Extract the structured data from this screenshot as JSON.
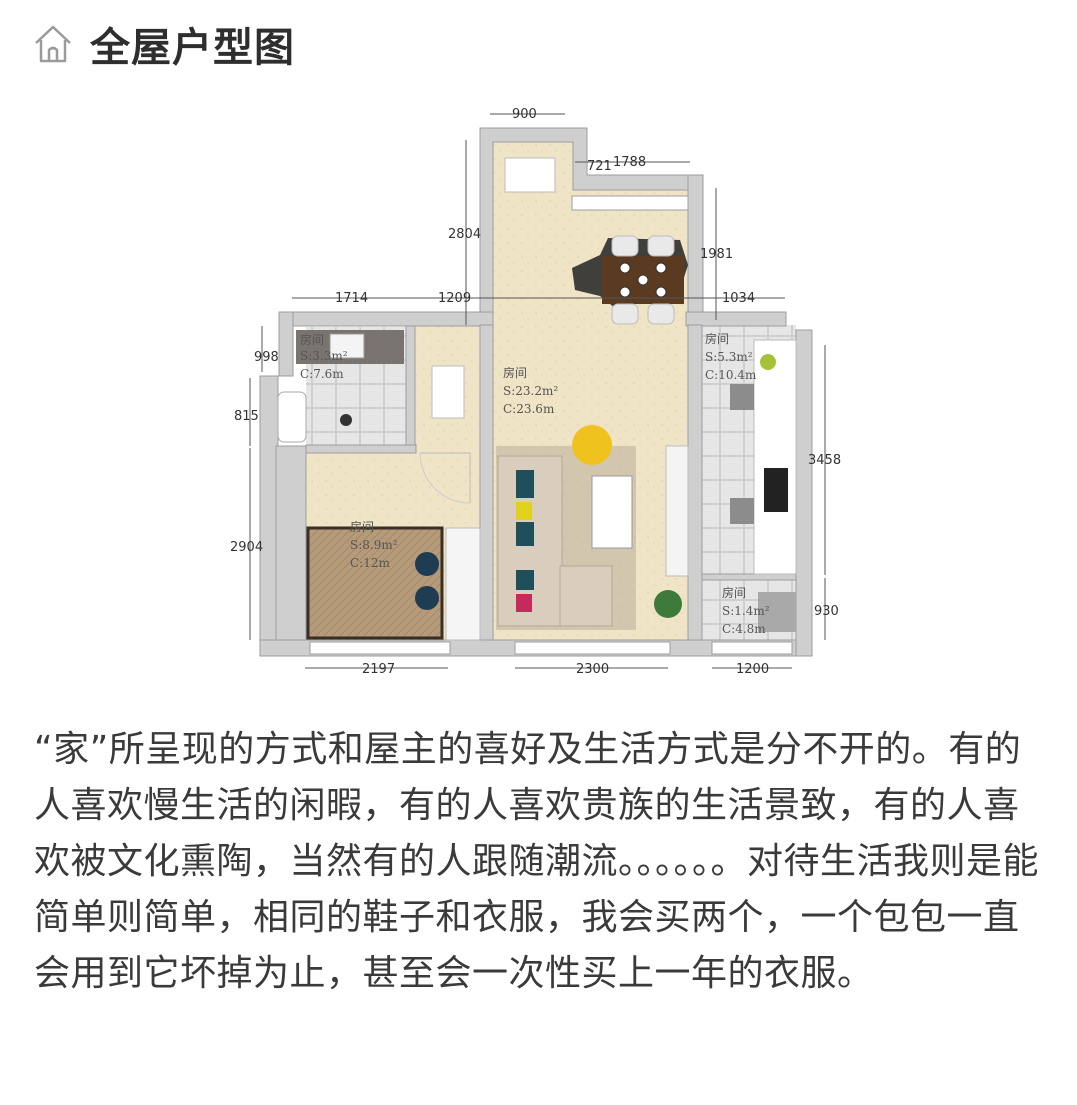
{
  "header": {
    "title": "全屋户型图",
    "icon": "home-outline-icon"
  },
  "floorplan": {
    "dimensions": {
      "top_900": "900",
      "top_721": "721",
      "top_1788": "1788",
      "left_2804": "2804",
      "right_1981": "1981",
      "mid_1714": "1714",
      "mid_1209": "1209",
      "mid_1034": "1034",
      "left_998": "998",
      "left_815": "815",
      "left_2904": "2904",
      "right_3458": "3458",
      "right_930": "930",
      "bottom_2197": "2197",
      "bottom_2300": "2300",
      "bottom_1200": "1200"
    },
    "rooms": [
      {
        "name": "房间",
        "area": "S:3.3m²",
        "perimeter": "C:7.6m"
      },
      {
        "name": "房间",
        "area": "S:23.2m²",
        "perimeter": "C:23.6m"
      },
      {
        "name": "房间",
        "area": "S:5.3m²",
        "perimeter": "C:10.4m"
      },
      {
        "name": "房间",
        "area": "S:8.9m²",
        "perimeter": "C:12m"
      },
      {
        "name": "房间",
        "area": "S:1.4m²",
        "perimeter": "C:4.8m"
      }
    ]
  },
  "article": {
    "paragraph": "“家”所呈现的方式和屋主的喜好及生活方式是分不开的。有的人喜欢慢生活的闲暇，有的人喜欢贵族的生活景致，有的人喜欢被文化熏陶，当然有的人跟随潮流。。。。。。对待生活我则是能简单则简单，相同的鞋子和衣服，我会买两个，一个包包一直会用到它坏掉为止，甚至会一次性买上一年的衣服。"
  }
}
